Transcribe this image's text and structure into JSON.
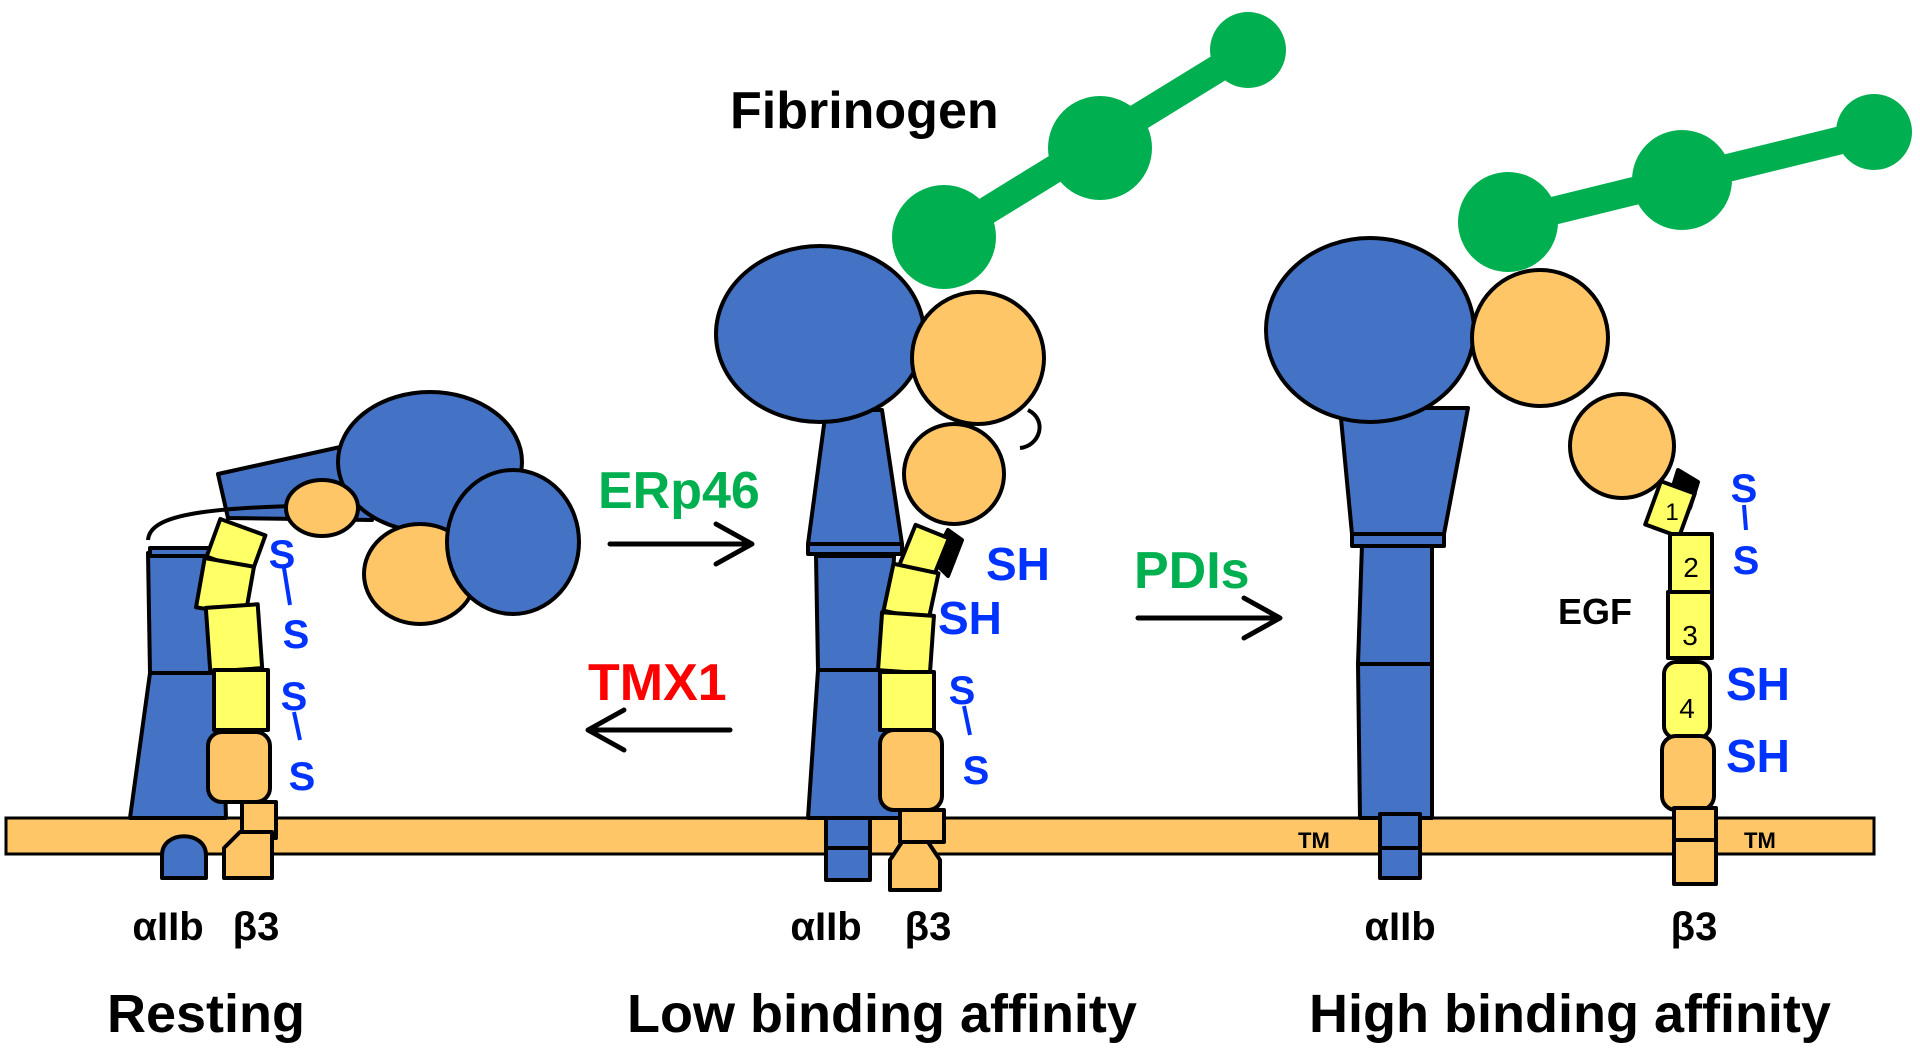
{
  "colors": {
    "alpha": "#4472c4",
    "beta_head": "#ffc668",
    "egf": "#ffff66",
    "membrane": "#ffc668",
    "fibrinogen": "#00b050",
    "disulfide": "#0033ff",
    "inhibitor": "#ff0000",
    "activator": "#00b050"
  },
  "labels": {
    "fibrinogen": "Fibrinogen",
    "erp46": "ERp46",
    "tmx1": "TMX1",
    "pdis": "PDIs",
    "egf": "EGF",
    "tm_1": "TM",
    "tm_2": "TM"
  },
  "states": [
    {
      "alpha": "αIIb",
      "beta": "β3",
      "title": "Resting",
      "bonds": [
        {
          "s1": "S",
          "s2": "S"
        },
        {
          "s1": "S",
          "s2": "S"
        }
      ]
    },
    {
      "alpha": "αIIb",
      "beta": "β3",
      "title": "Low binding affinity",
      "sh1": "SH",
      "sh2": "SH",
      "bonds": [
        {
          "s1": "S",
          "s2": "S"
        }
      ]
    },
    {
      "alpha": "αIIb",
      "beta": "β3",
      "title": "High binding affinity",
      "bonds": [
        {
          "s1": "S",
          "s2": "S"
        }
      ],
      "sh1": "SH",
      "sh2": "SH",
      "egf_domains": [
        "1",
        "2",
        "3",
        "4"
      ]
    }
  ]
}
